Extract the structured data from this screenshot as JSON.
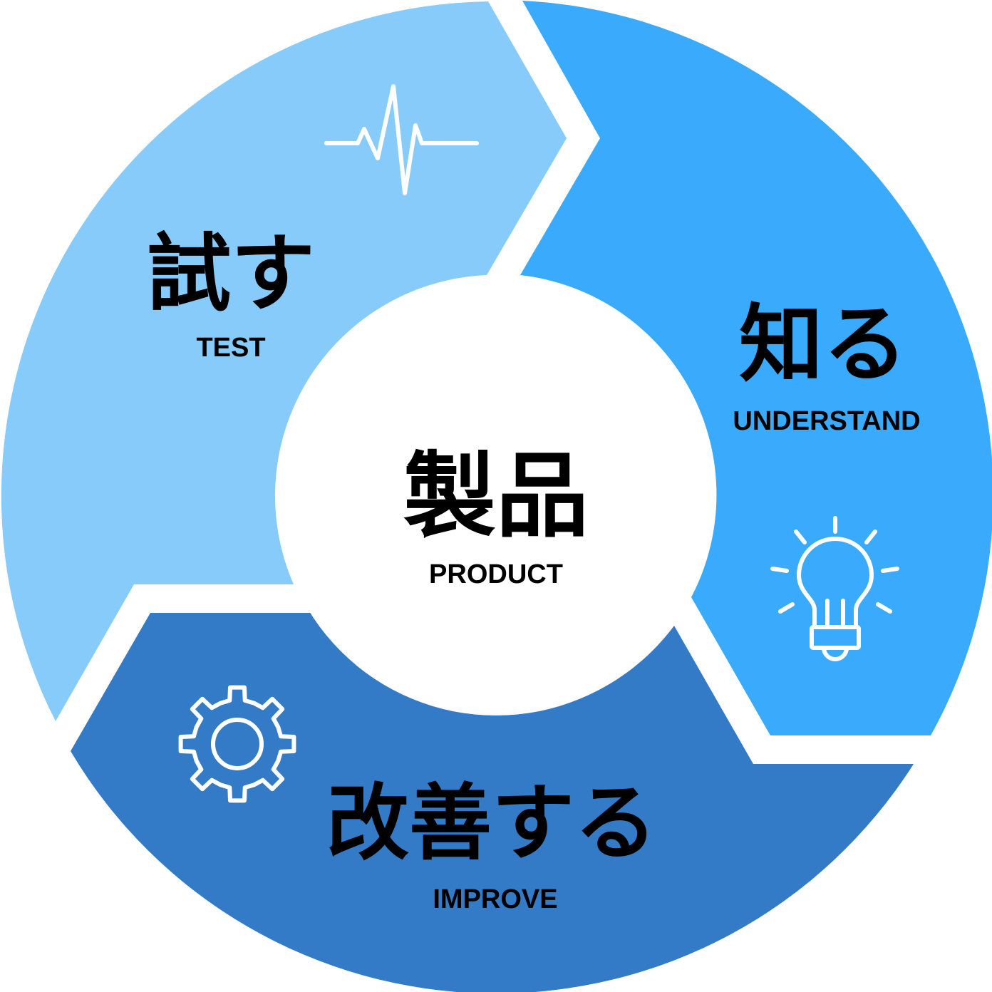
{
  "colors": {
    "test": "#87cbfb",
    "understand": "#3aabfc",
    "improve": "#337bc6",
    "center": "#ffffff",
    "icon": "#ffffff"
  },
  "center": {
    "label_jp": "製品",
    "label_en": "PRODUCT"
  },
  "segments": [
    {
      "id": "test",
      "label_jp": "試す",
      "label_en": "TEST",
      "icon": "pulse-icon"
    },
    {
      "id": "understand",
      "label_jp": "知る",
      "label_en": "UNDERSTAND",
      "icon": "lightbulb-icon"
    },
    {
      "id": "improve",
      "label_jp": "改善する",
      "label_en": "IMPROVE",
      "icon": "gear-icon"
    }
  ]
}
